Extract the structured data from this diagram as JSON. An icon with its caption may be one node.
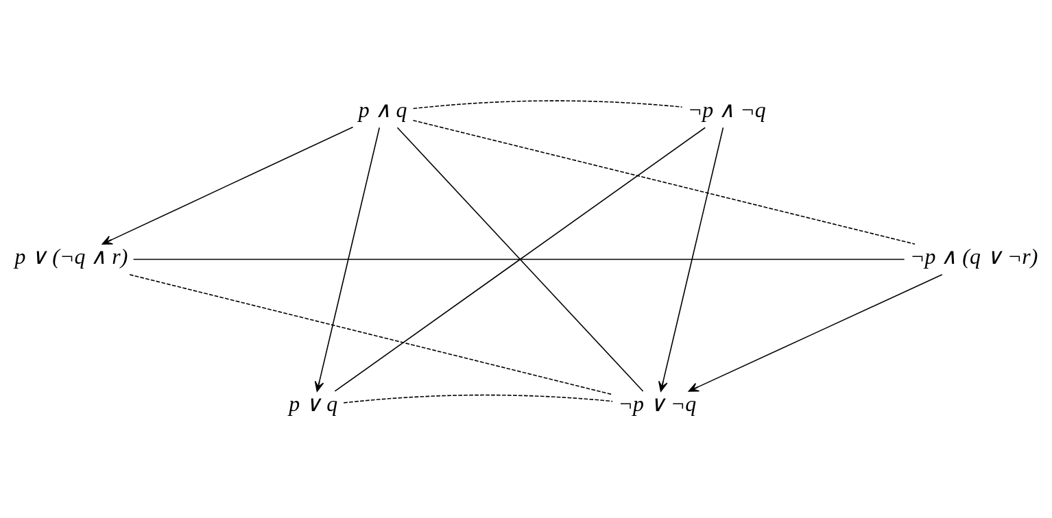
{
  "diagram": {
    "nodes": [
      {
        "text": [
          "p ∧ q"
        ]
      },
      {
        "text": [
          "¬p ∧ ¬q"
        ]
      },
      {
        "text": [
          "p ∨ (¬q ∧ r)"
        ]
      },
      {
        "text": [
          "¬p ∧ (q ∨ ¬r)"
        ]
      },
      {
        "text": [
          "p ∨ q"
        ]
      },
      {
        "text": [
          "¬p ∨ ¬q"
        ]
      }
    ],
    "edges": [
      {
        "from": 0,
        "to": 1,
        "arrow": "none",
        "style": "dashed"
      },
      {
        "from": 0,
        "to": 2,
        "arrow": "to"
      },
      {
        "from": 0,
        "to": 4,
        "arrow": "to"
      },
      {
        "from": 0,
        "to": 5,
        "arrow": "none"
      },
      {
        "from": 0,
        "to": 3,
        "arrow": "none",
        "style": "dashed"
      },
      {
        "from": 1,
        "to": 4,
        "arrow": "none"
      },
      {
        "from": 1,
        "to": 5,
        "arrow": "to"
      },
      {
        "from": 2,
        "to": 3,
        "arrow": "none"
      },
      {
        "from": 2,
        "to": 5,
        "arrow": "none",
        "style": "dashed"
      },
      {
        "from": 4,
        "to": 5,
        "arrow": "none",
        "style": "dashed"
      },
      {
        "from": 3,
        "to": 5,
        "arrow": "to"
      }
    ]
  }
}
